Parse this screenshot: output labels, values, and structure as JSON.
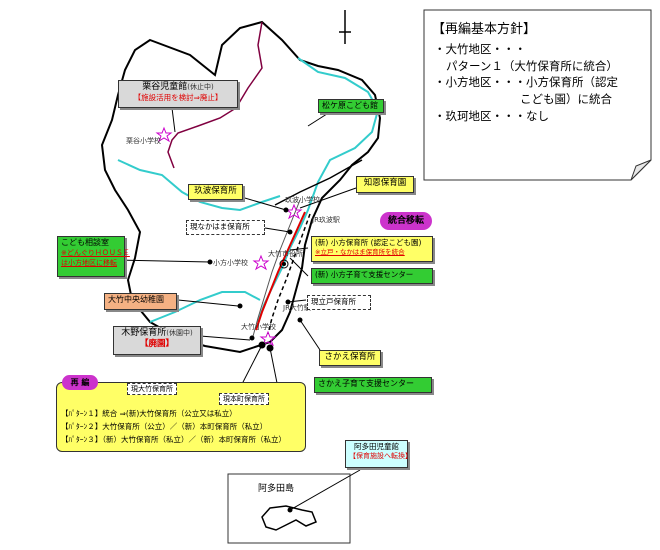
{
  "policy": {
    "title": "【再編基本方針】",
    "lines": [
      "・大竹地区・・・",
      "パターン１（大竹保育所に統合）",
      "・小方地区・・・小方保育所（認定",
      "こども園）に統合",
      "・玖珂地区・・・なし"
    ]
  },
  "kuriya_center": {
    "name": "栗谷児童館",
    "status": "(休止中)",
    "note": "【施設活用を検討⇒廃止】"
  },
  "kuriya_school": "栗谷小学校",
  "matsugahara": "松ケ原こども館",
  "kuba_nursery": "玖波保育所",
  "chiei_nursery": "知恩保育園",
  "kuba_school": "玖波小学校",
  "kuba_station": "JR玖波駅",
  "nakahama": "現なかはま保育所",
  "merge_badge": "統合移転",
  "new_ogata": {
    "name": "(新) 小方保育所 (認定こども園)",
    "note": "※立戸・なかはま保育所を統合"
  },
  "new_ogata_support": "(新) 小方子育て支援センター",
  "consult": {
    "title": "こども相談室",
    "line2": "※どんぐりＨＯＵＳＥ",
    "line3": "は小方地区に移転"
  },
  "ogata_school": "小方小学校",
  "city_hall": "大竹市役所",
  "otake_kindergarten": "大竹中央幼稚園",
  "otake_station": "JR大竹駅",
  "tatedo": "現立戸保育所",
  "kino": {
    "name": "木野保育所",
    "status": "(休園中)",
    "note": "【廃園】"
  },
  "otake_school": "大竹小学校",
  "sakae_nursery": "さかえ保育所",
  "sakae_support": "さかえ子育て支援センター",
  "reorg": {
    "badge": "再 編",
    "otake_now": "現大竹保育所",
    "honmachi_now": "現本町保育所",
    "pattern1": "【ﾊﾟﾀｰﾝ１】統合 ⇒(新)大竹保育所（公立又は私立）",
    "pattern2": "【ﾊﾟﾀｰﾝ２】大竹保育所（公立）／（新）本町保育所（私立）",
    "pattern3": "【ﾊﾟﾀｰﾝ３】（新）大竹保育所（私立）／（新）本町保育所（私立）"
  },
  "ata_center": {
    "name": "阿多田児童館",
    "note": "【保育施設へ転換】"
  },
  "ata_island": "阿多田島",
  "colors": {
    "yellow": "#ffff66",
    "green": "#33cc33",
    "orange": "#f4b183",
    "grey": "#d9d9d9",
    "cyan": "#33cccc",
    "railway": "#e00000",
    "mountain_road": "#800040",
    "star": "#cc00cc"
  }
}
